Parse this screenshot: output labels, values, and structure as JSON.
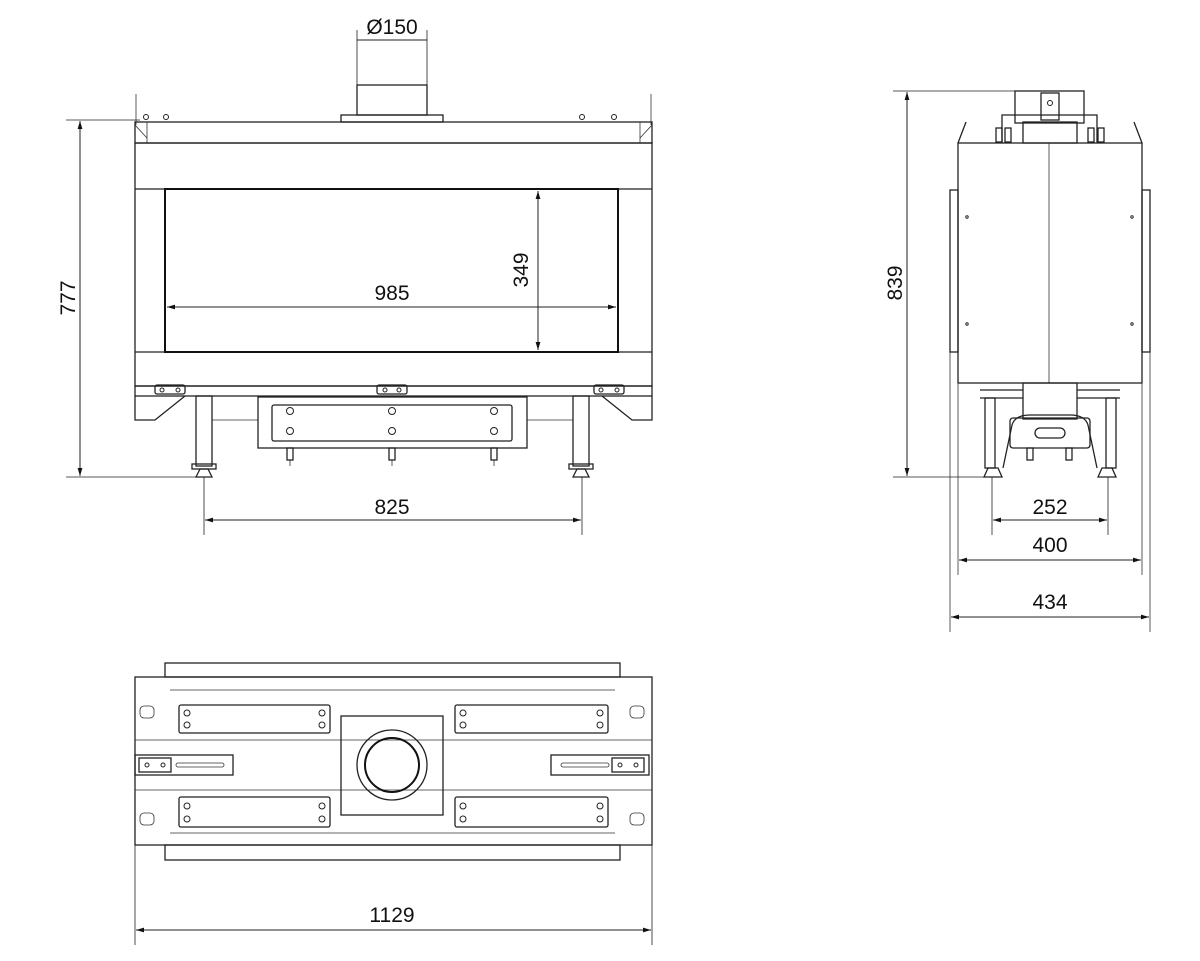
{
  "drawing": {
    "front_view": {
      "flue_diameter": "Ø150",
      "overall_height": "777",
      "window_width": "985",
      "window_height": "349",
      "leg_spacing": "825"
    },
    "side_view": {
      "overall_height": "839",
      "foot_spacing": "252",
      "body_depth": "400",
      "overall_depth": "434"
    },
    "top_view": {
      "overall_width": "1129"
    }
  }
}
